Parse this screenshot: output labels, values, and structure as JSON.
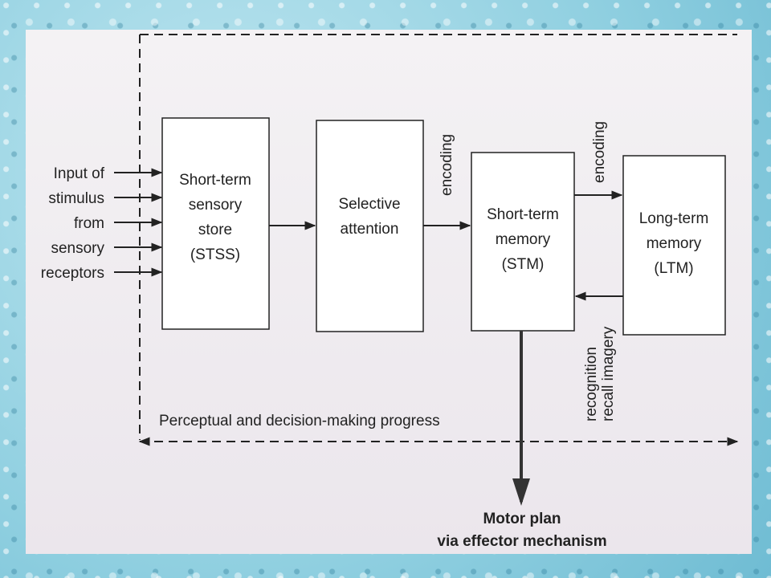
{
  "inputs": [
    "Input of",
    "stimulus",
    "from",
    "sensory",
    "receptors"
  ],
  "boxes": {
    "stss": [
      "Short-term",
      "sensory",
      "store",
      "(STSS)"
    ],
    "attention": [
      "Selective",
      "attention"
    ],
    "stm": [
      "Short-term",
      "memory",
      "(STM)"
    ],
    "ltm": [
      "Long-term",
      "memory",
      "(LTM)"
    ]
  },
  "labels": {
    "encoding_1": "encoding",
    "encoding_2": "encoding",
    "recognition": "recognition",
    "recall_imagery": "recall imagery",
    "region": "Perceptual and decision-making progress",
    "output_1": "Motor plan",
    "output_2": "via effector mechanism"
  }
}
